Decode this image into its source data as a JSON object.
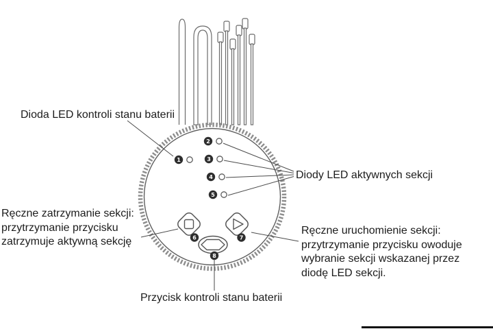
{
  "figure": {
    "battery_led_label": "Dioda LED kontroli stanu baterii",
    "section_leds_label": "Diody LED aktywnych sekcji",
    "manual_stop_lines": [
      "Ręczne zatrzymanie sekcji:",
      "przytrzymanie przycisku",
      "zatrzymuje aktywną sekcję"
    ],
    "manual_start_lines": [
      "Ręczne uruchomienie sekcji:",
      "przytrzymanie przycisku owoduje",
      "wybranie sekcji wskazanej przez",
      "diodę LED sekcji."
    ],
    "battery_button_label": "Przycisk kontroli stanu baterii",
    "markers": {
      "battery_led": "1",
      "section_led_2": "2",
      "section_led_3": "3",
      "section_led_4": "4",
      "section_led_5": "5",
      "stop_button": "6",
      "start_button": "7",
      "battery_button": "8"
    },
    "icons": {
      "stop_button_icon": "square-stop",
      "start_button_icon": "triangle-play",
      "battery_button_icon": "oval"
    },
    "colors": {
      "line": "#555555",
      "marker_fill": "#2e2e2e",
      "text": "#1c1c1c"
    }
  }
}
